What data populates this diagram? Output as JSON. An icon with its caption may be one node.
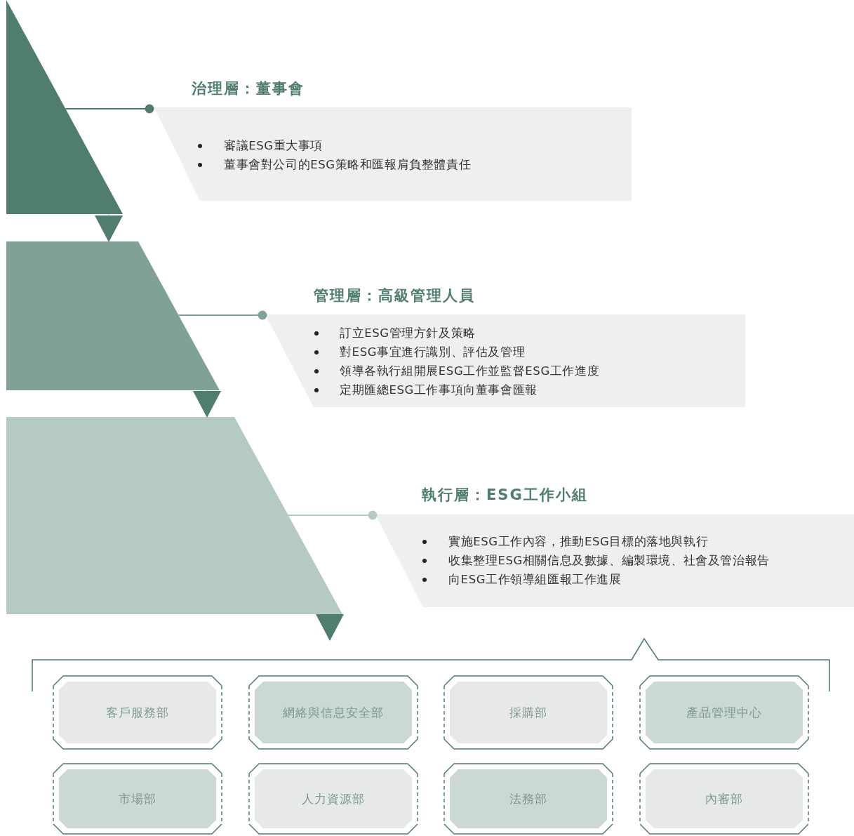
{
  "diagram": {
    "nodes": [
      {
        "text": [],
        "shape": "triangle"
      },
      {
        "text": [
          "治理層：董事會",
          "審議ESG重大事項",
          "董事會對公司的ESG策略和匯報肩負整體責任"
        ]
      },
      {
        "text": [],
        "shape": "trapezoid"
      },
      {
        "text": [
          "管理層：高級管理人員",
          "訂立ESG管理方針及策略",
          "對ESG事宜進行識別、評估及管理",
          "領導各執行組開展ESG工作並監督ESG工作進度",
          "定期匯總ESG工作事項向董事會匯報"
        ]
      },
      {
        "text": [],
        "shape": "trapezoid"
      },
      {
        "text": [
          "執行層：**ESG**工作小組",
          "實施ESG工作內容，推動ESG目標的落地與執行",
          "收集整理ESG相關信息及數據、編製環境、社會及管治報告",
          "向ESG工作領導組匯報工作進展"
        ]
      },
      {
        "text": [
          "客戶服務部"
        ]
      },
      {
        "text": [
          "網絡與信息安全部"
        ]
      },
      {
        "text": [
          "採購部"
        ]
      },
      {
        "text": [
          "產品管理中心"
        ]
      },
      {
        "text": [
          "市場部"
        ]
      },
      {
        "text": [
          "人力資源部"
        ]
      },
      {
        "text": [
          "法務部"
        ]
      },
      {
        "text": [
          "內審部"
        ]
      }
    ],
    "edges": [
      {
        "from": 0,
        "to": 1,
        "arrow": "other"
      },
      {
        "from": 0,
        "to": 2,
        "arrow": "to"
      },
      {
        "from": 2,
        "to": 3,
        "arrow": "other",
        "color": "#80a296"
      },
      {
        "from": 2,
        "to": 4,
        "arrow": "to"
      },
      {
        "from": 4,
        "to": 5,
        "arrow": "other",
        "color": "#b4cac2"
      },
      {
        "from": 4,
        "to": null,
        "arrow": "to"
      }
    ]
  }
}
